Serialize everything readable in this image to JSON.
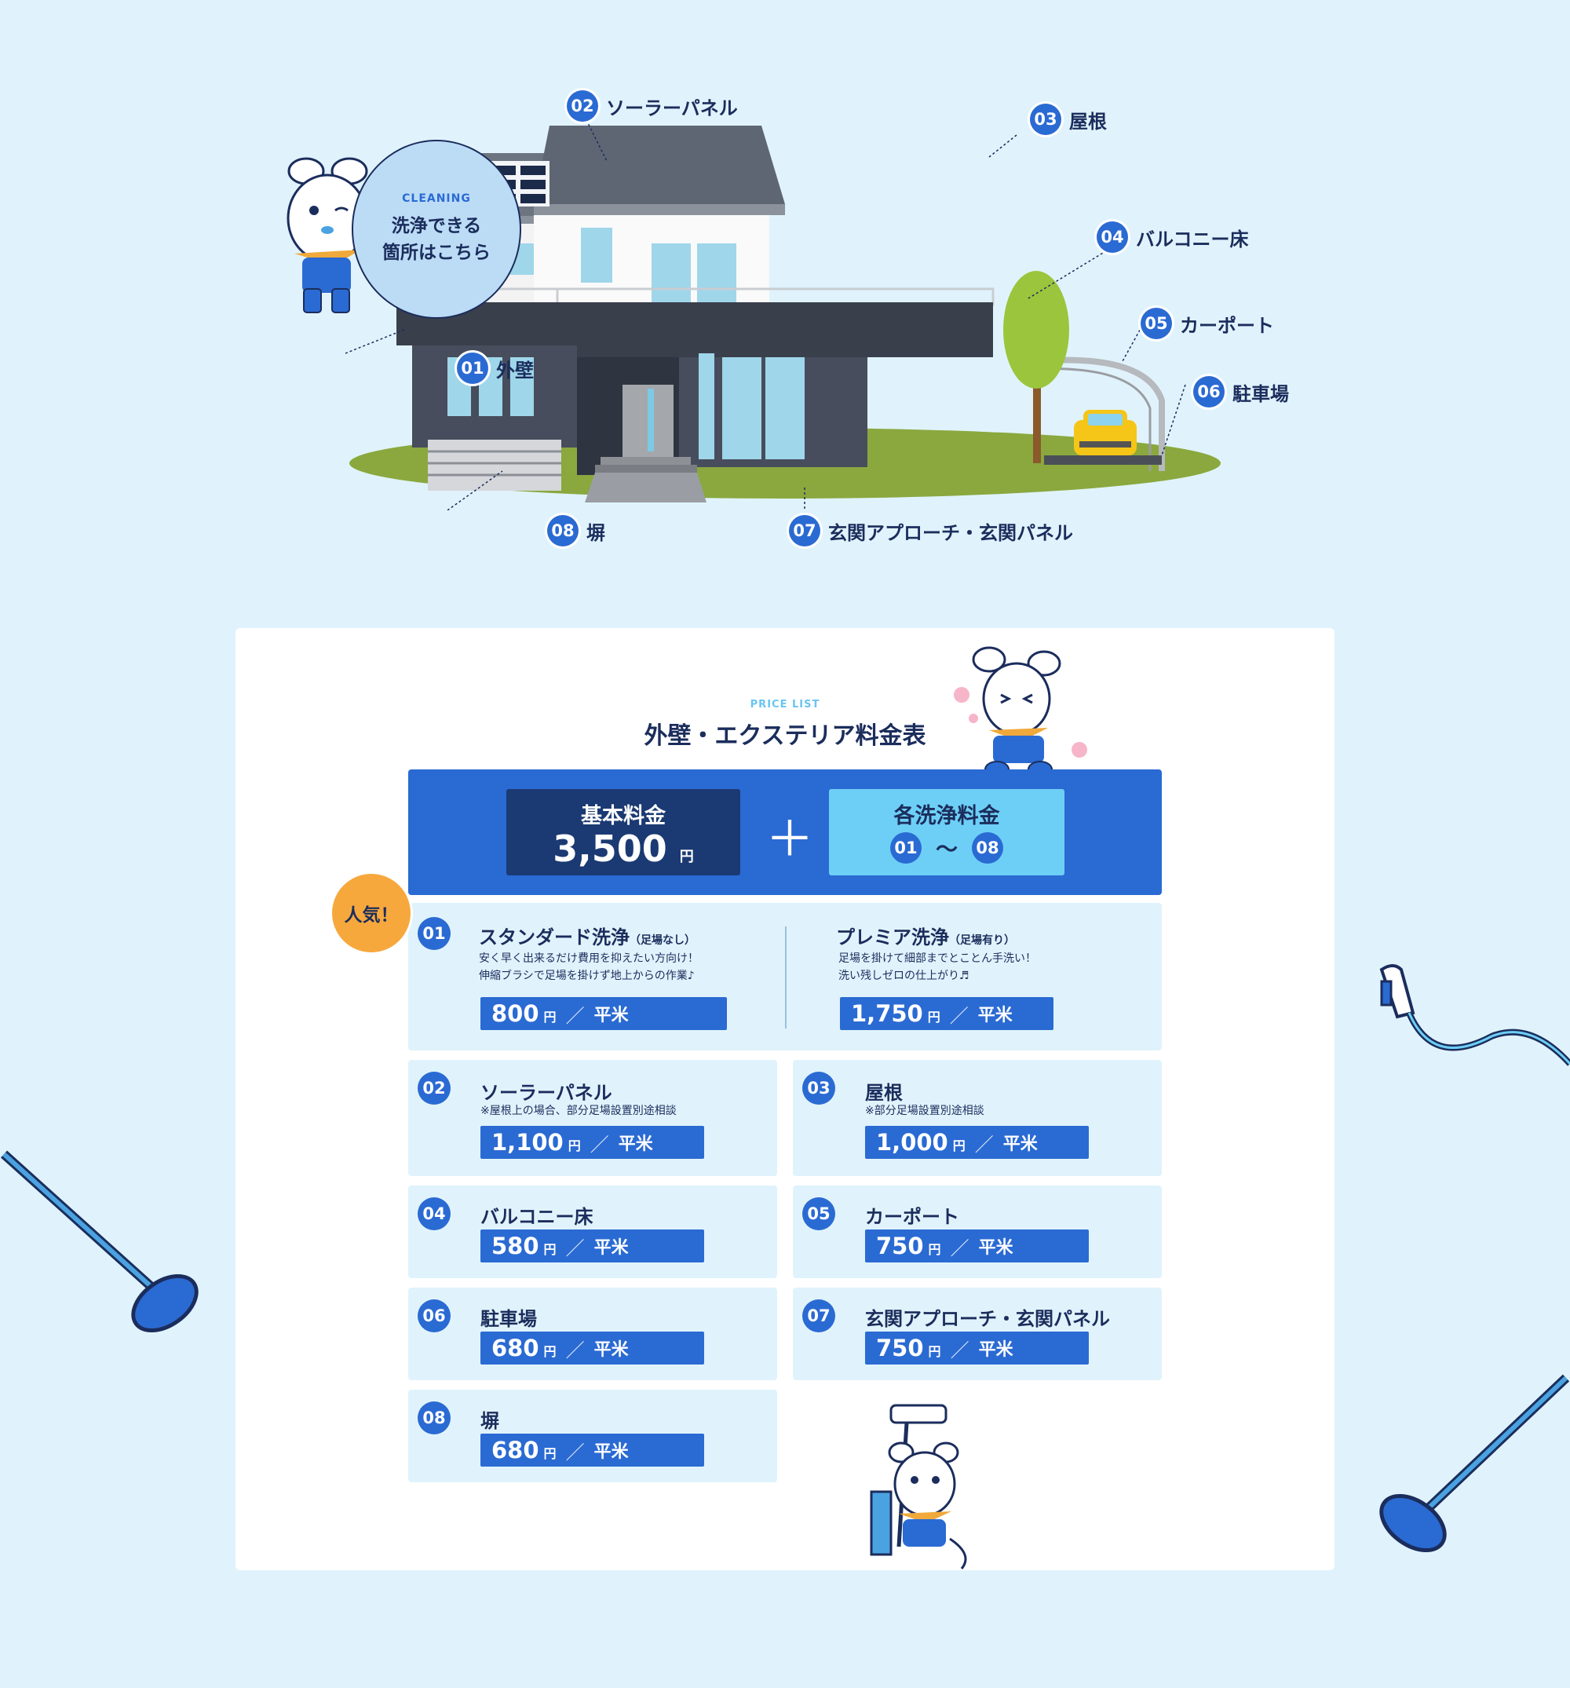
{
  "bubble": {
    "en": "CLEANING",
    "line1": "洗浄できる",
    "line2": "箇所はこちら"
  },
  "callouts": [
    {
      "num": "01",
      "label": "外壁"
    },
    {
      "num": "02",
      "label": "ソーラーパネル"
    },
    {
      "num": "03",
      "label": "屋根"
    },
    {
      "num": "04",
      "label": "バルコニー床"
    },
    {
      "num": "05",
      "label": "カーポート"
    },
    {
      "num": "06",
      "label": "駐車場"
    },
    {
      "num": "07",
      "label": "玄関アプローチ・玄関パネル"
    },
    {
      "num": "08",
      "label": "塀"
    }
  ],
  "price_section": {
    "label_en": "PRICE LIST",
    "title": "外壁・エクステリア料金表",
    "base": {
      "label": "基本料金",
      "value": "3,500",
      "yen": "円"
    },
    "plus": "＋",
    "each": {
      "label": "各洗浄料金",
      "from": "01",
      "tilde": "〜",
      "to": "08"
    },
    "popular": "人気！",
    "item01": {
      "num": "01",
      "standard": {
        "title": "スタンダード洗浄",
        "sub": "（足場なし）",
        "note1": "安く早く出来るだけ費用を抑えたい方向け！",
        "note2": "伸縮ブラシで足場を掛けず地上からの作業♪",
        "value": "800",
        "yen": "円",
        "slash": "／",
        "unit": "平米"
      },
      "premium": {
        "title": "プレミア洗浄",
        "sub": "（足場有り）",
        "note1": "足場を掛けて細部までとことん手洗い！",
        "note2": "洗い残しゼロの仕上がり♬",
        "value": "1,750",
        "yen": "円",
        "slash": "／",
        "unit": "平米"
      }
    },
    "items": [
      {
        "num": "02",
        "title": "ソーラーパネル",
        "note": "※屋根上の場合、部分足場設置別途相談",
        "value": "1,100",
        "yen": "円",
        "slash": "／",
        "unit": "平米"
      },
      {
        "num": "03",
        "title": "屋根",
        "note": "※部分足場設置別途相談",
        "value": "1,000",
        "yen": "円",
        "slash": "／",
        "unit": "平米"
      },
      {
        "num": "04",
        "title": "バルコニー床",
        "note": "",
        "value": "580",
        "yen": "円",
        "slash": "／",
        "unit": "平米"
      },
      {
        "num": "05",
        "title": "カーポート",
        "note": "",
        "value": "750",
        "yen": "円",
        "slash": "／",
        "unit": "平米"
      },
      {
        "num": "06",
        "title": "駐車場",
        "note": "",
        "value": "680",
        "yen": "円",
        "slash": "／",
        "unit": "平米"
      },
      {
        "num": "07",
        "title": "玄関アプローチ・玄関パネル",
        "note": "",
        "value": "750",
        "yen": "円",
        "slash": "／",
        "unit": "平米"
      },
      {
        "num": "08",
        "title": "塀",
        "note": "",
        "value": "680",
        "yen": "円",
        "slash": "／",
        "unit": "平米"
      }
    ]
  },
  "colors": {
    "background": "#e0f3fc",
    "primary": "#2a6ad3",
    "navy": "#1b2d5c",
    "light_blue": "#6dcff6",
    "orange": "#f7a83d"
  },
  "icons": [
    "mascot-icon",
    "hose-nozzle-icon",
    "mop-icon",
    "house-illustration"
  ]
}
